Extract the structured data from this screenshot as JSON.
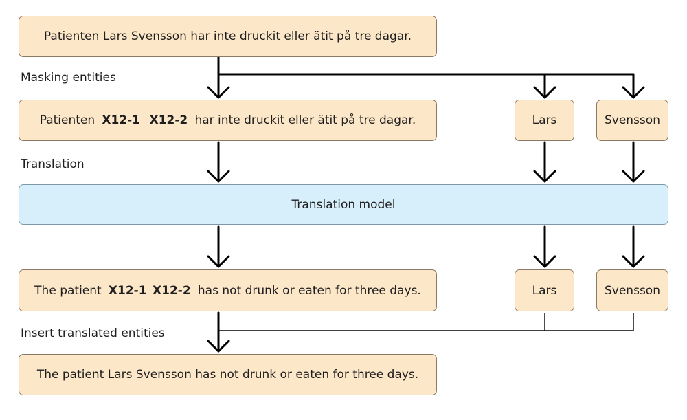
{
  "steps": {
    "masking": "Masking entities",
    "translation": "Translation",
    "insert": "Insert translated entities"
  },
  "source_sentence": "Patienten Lars Svensson har inte druckit eller ätit på tre dagar.",
  "masked_sentence": {
    "prefix": "Patienten",
    "mask1": "X12-1",
    "mask2": "X12-2",
    "suffix": "har inte druckit eller ätit på tre dagar."
  },
  "source_entities": [
    "Lars",
    "Svensson"
  ],
  "model": "Translation model",
  "translated_sentence": {
    "prefix": "The patient",
    "mask1": "X12-1",
    "mask2": "X12-2",
    "suffix": "has not drunk or eaten for three days."
  },
  "translated_entities": [
    "Lars",
    "Svensson"
  ],
  "final_sentence": "The patient Lars Svensson has not drunk or eaten for three days.",
  "colors": {
    "sentence_box": "#fde7c9",
    "model_box": "#d7eefb",
    "arrow": "#000000"
  }
}
